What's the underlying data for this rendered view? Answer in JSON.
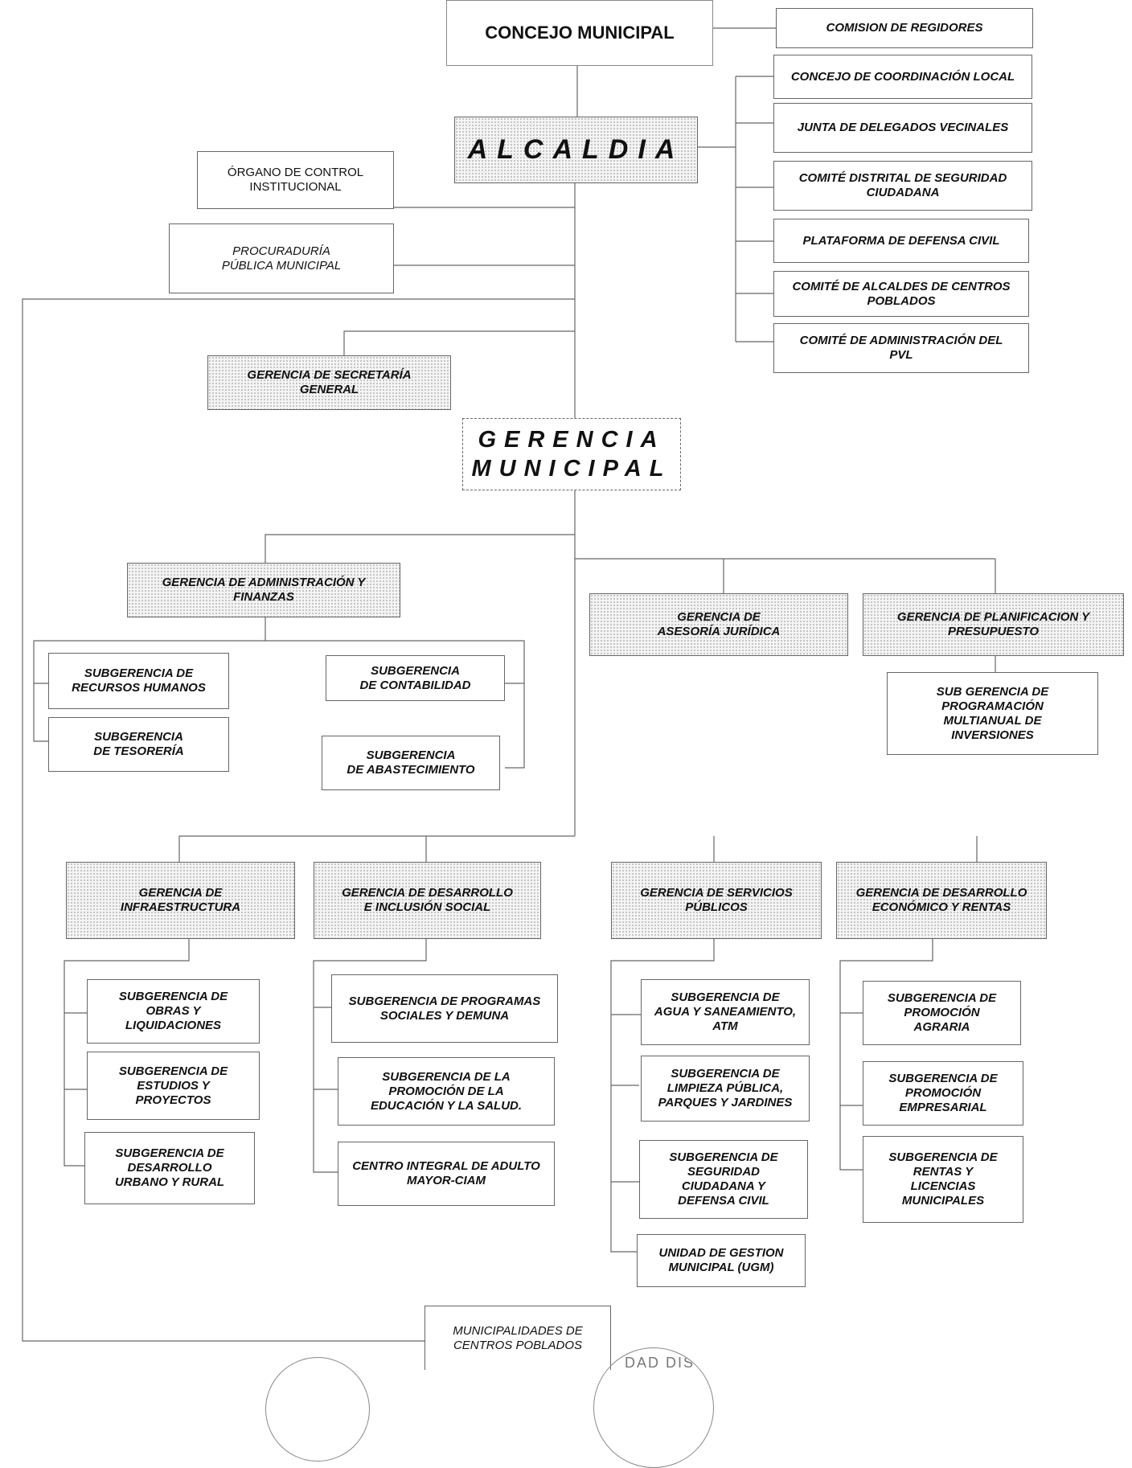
{
  "boxes": {
    "concejo": "CONCEJO MUNICIPAL",
    "alcaldia": "ALCALDIA",
    "gerencia_municipal": "GERENCIA\nMUNICIPAL",
    "comision": "COMISION DE REGIDORES",
    "ccl": "CONCEJO DE COORDINACIÓN LOCAL",
    "junta": "JUNTA DE DELEGADOS VECINALES",
    "comite_seguridad": "COMITÉ DISTRITAL DE SEGURIDAD\nCIUDADANA",
    "plataforma": "PLATAFORMA DE DEFENSA CIVIL",
    "comite_alcaldes": "COMITÉ DE ALCALDES DE CENTROS\nPOBLADOS",
    "comite_pvl": "COMITÉ DE ADMINISTRACIÓN DEL\nPVL",
    "oci": "ÓRGANO DE CONTROL\nINSTITUCIONAL",
    "procuraduria": "PROCURADURÍA\nPÚBLICA MUNICIPAL",
    "secretaria": "GERENCIA  DE SECRETARÍA\nGENERAL",
    "adm_finanzas": "GERENCIA DE ADMINISTRACIÓN Y\nFINANZAS",
    "rrhh": "SUBGERENCIA DE\nRECURSOS HUMANOS",
    "tesoreria": "SUBGERENCIA\nDE TESORERÍA",
    "contabilidad": "SUBGERENCIA\nDE CONTABILIDAD",
    "abastecimiento": "SUBGERENCIA\nDE ABASTECIMIENTO",
    "asesoria": "GERENCIA DE\nASESORÍA JURÍDICA",
    "planificacion": "GERENCIA DE PLANIFICACION Y\nPRESUPUESTO",
    "programacion": "SUB GERENCIA DE\nPROGRAMACIÓN\nMULTIANUAL DE\nINVERSIONES",
    "infraestructura": "GERENCIA DE\nINFRAESTRUCTURA",
    "desarrollo_social": "GERENCIA DE DESARROLLO\nE INCLUSIÓN SOCIAL",
    "servicios": "GERENCIA DE SERVICIOS\nPÚBLICOS",
    "economico": "GERENCIA DE DESARROLLO\nECONÓMICO Y RENTAS",
    "obras": "SUBGERENCIA DE\nOBRAS Y\nLIQUIDACIONES",
    "estudios": "SUBGERENCIA DE\nESTUDIOS Y\nPROYECTOS",
    "urbano": "SUBGERENCIA DE\nDESARROLLO\nURBANO Y RURAL",
    "programas": "SUBGERENCIA DE PROGRAMAS\nSOCIALES Y DEMUNA",
    "educacion": "SUBGERENCIA DE LA\nPROMOCIÓN DE LA\nEDUCACIÓN Y LA SALUD.",
    "ciam": "CENTRO INTEGRAL DE ADULTO\nMAYOR-CIAM",
    "agua": "SUBGERENCIA DE\nAGUA Y SANEAMIENTO,\nATM",
    "limpieza": "SUBGERENCIA DE\nLIMPIEZA PÚBLICA,\nPARQUES Y JARDINES",
    "seguridad": "SUBGERENCIA DE\nSEGURIDAD\nCIUDADANA Y\nDEFENSA CIVIL",
    "ugm": "UNIDAD DE GESTION\nMUNICIPAL  (UGM)",
    "agraria": "SUBGERENCIA DE\nPROMOCIÓN\nAGRARIA",
    "empresarial": "SUBGERENCIA DE\nPROMOCIÓN\nEMPRESARIAL",
    "rentas": "SUBGERENCIA DE\nRENTAS Y\nLICENCIAS\nMUNICIPALES",
    "centros_poblados": "MUNICIPALIDADES DE\nCENTROS POBLADOS"
  }
}
